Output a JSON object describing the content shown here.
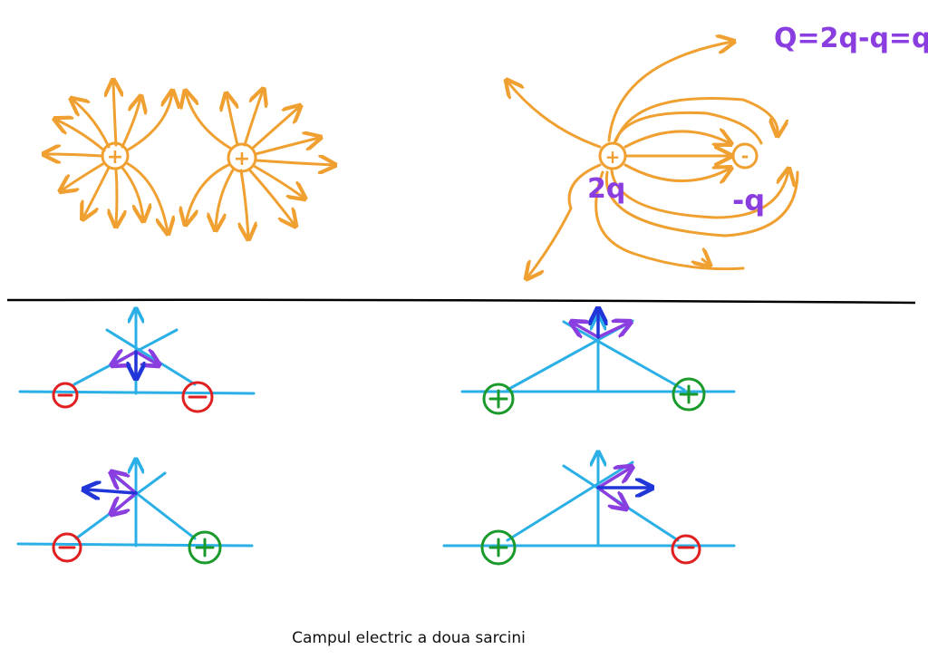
{
  "caption": "Campul electric a doua sarcini",
  "top_right_note": "Q=2q-q=q",
  "labels": {
    "charge_big": "2q",
    "charge_small": "-q"
  },
  "charge_signs": {
    "plus": "+",
    "minus": "-"
  },
  "colors": {
    "field_lines": "#f0a030",
    "annotation": "#8a3ee0",
    "axes": "#2ab0e6",
    "negative": "#e02020",
    "positive": "#1a9a2a",
    "resultant": "#2036d8",
    "divider": "#000000"
  }
}
